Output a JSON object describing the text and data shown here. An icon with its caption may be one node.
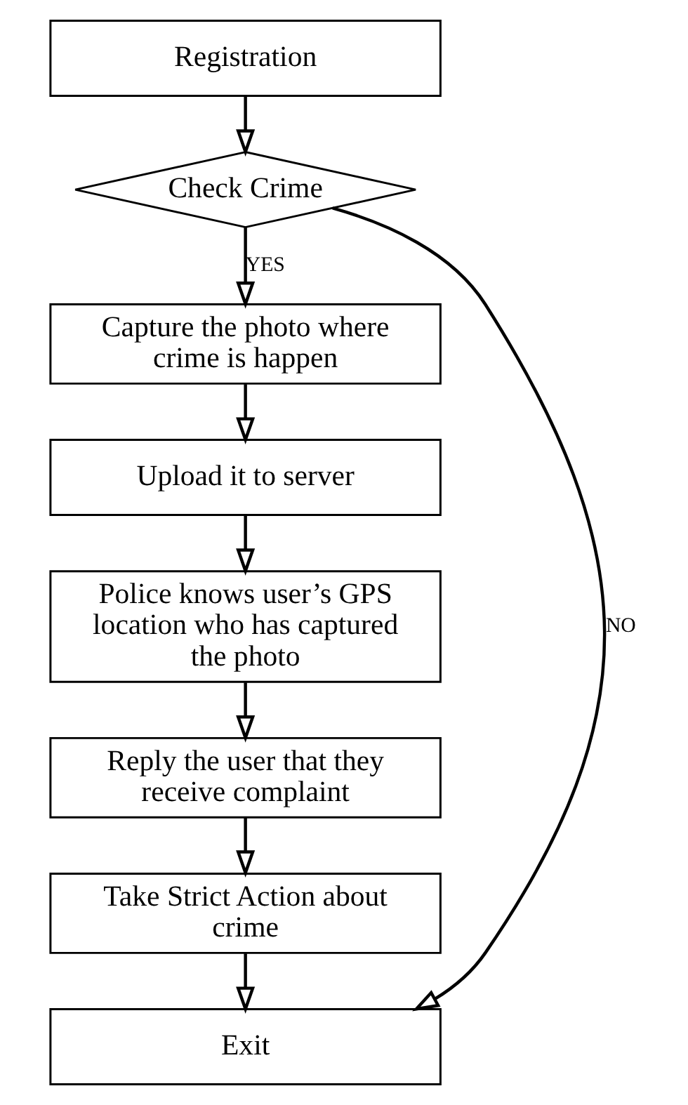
{
  "diagram": {
    "nodes": [
      {
        "text": [
          "Registration"
        ]
      },
      {
        "text": [
          "Check Crime"
        ]
      },
      {
        "text": [
          "Capture the photo where crime is happen"
        ]
      },
      {
        "text": [
          "Upload it to server"
        ]
      },
      {
        "text": [
          "Police knows user’s GPS location who has captured the photo"
        ]
      },
      {
        "text": [
          "Reply the user that they receive complaint"
        ]
      },
      {
        "text": [
          "Take Strict Action about crime"
        ]
      },
      {
        "text": [
          "Exit"
        ]
      }
    ],
    "edges": [
      {
        "from": 0,
        "to": 1,
        "arrow": "to"
      },
      {
        "from": 1,
        "to": 2,
        "arrow": "to",
        "label": "YES"
      },
      {
        "from": 2,
        "to": 3,
        "arrow": "to"
      },
      {
        "from": 3,
        "to": 4,
        "arrow": "to"
      },
      {
        "from": 4,
        "to": 5,
        "arrow": "to"
      },
      {
        "from": 5,
        "to": 6,
        "arrow": "to"
      },
      {
        "from": 6,
        "to": 7,
        "arrow": "to"
      },
      {
        "from": 1,
        "to": 7,
        "arrow": "to",
        "label": "NO"
      }
    ]
  }
}
